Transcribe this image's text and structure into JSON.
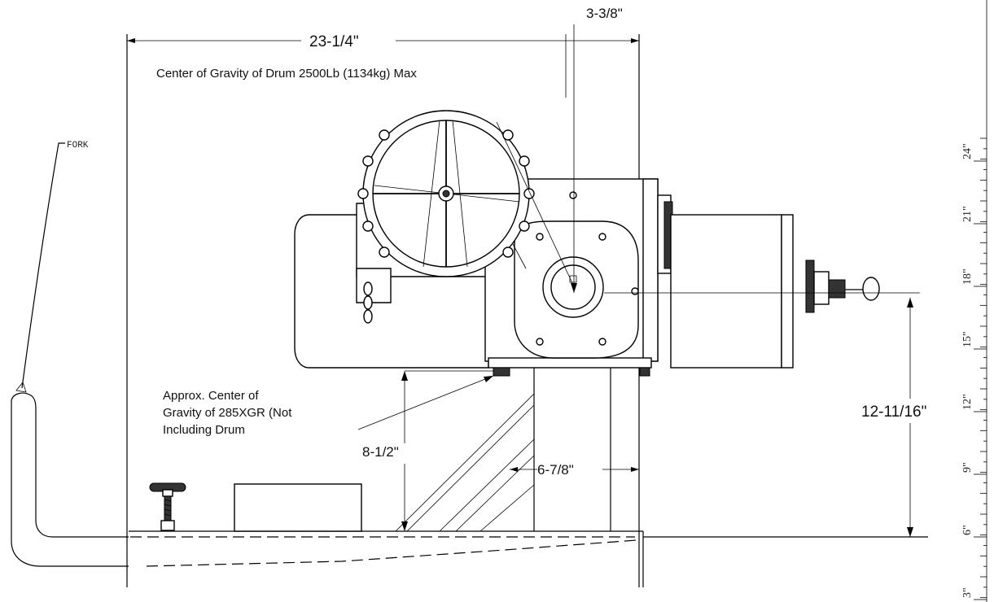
{
  "dimensions": {
    "overall_width": "23-1/4\"",
    "cg_offset": "3-3/8\"",
    "drum_cg_height": "12-11/16\"",
    "machine_cg_height": "8-1/2\"",
    "machine_cg_offset": "6-7/8\""
  },
  "notes": {
    "drum_cg": "Center of Gravity of Drum 2500Lb (1134kg) Max",
    "machine_cg_line1": "Approx. Center of",
    "machine_cg_line2": "Gravity of 285XGR (Not",
    "machine_cg_line3": "Including Drum",
    "fork": "FORK"
  },
  "ruler": {
    "labels": [
      "24\"",
      "21\"",
      "18\"",
      "15\"",
      "12\"",
      "9\"",
      "6\"",
      "3\""
    ]
  }
}
